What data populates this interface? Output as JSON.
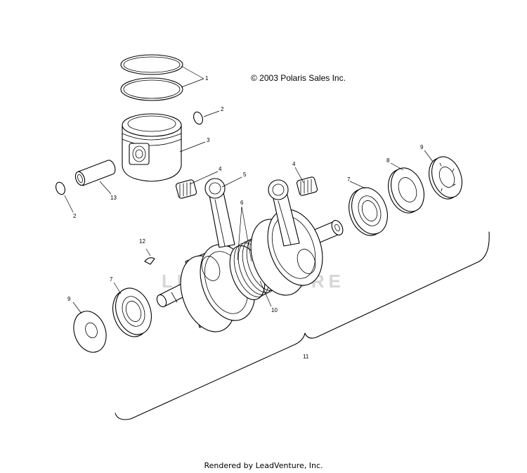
{
  "copyright": "© 2003 Polaris Sales Inc.",
  "footer": "Rendered by LeadVenture, Inc.",
  "watermark": "LEADVENTURE",
  "callouts": {
    "c1": "1",
    "c2a": "2",
    "c2b": "2",
    "c3": "3",
    "c4a": "4",
    "c4b": "4",
    "c5": "5",
    "c6": "6",
    "c7a": "7",
    "c7b": "7",
    "c8": "8",
    "c9a": "9",
    "c9b": "9",
    "c10": "10",
    "c11": "11",
    "c12": "12",
    "c13": "13"
  }
}
